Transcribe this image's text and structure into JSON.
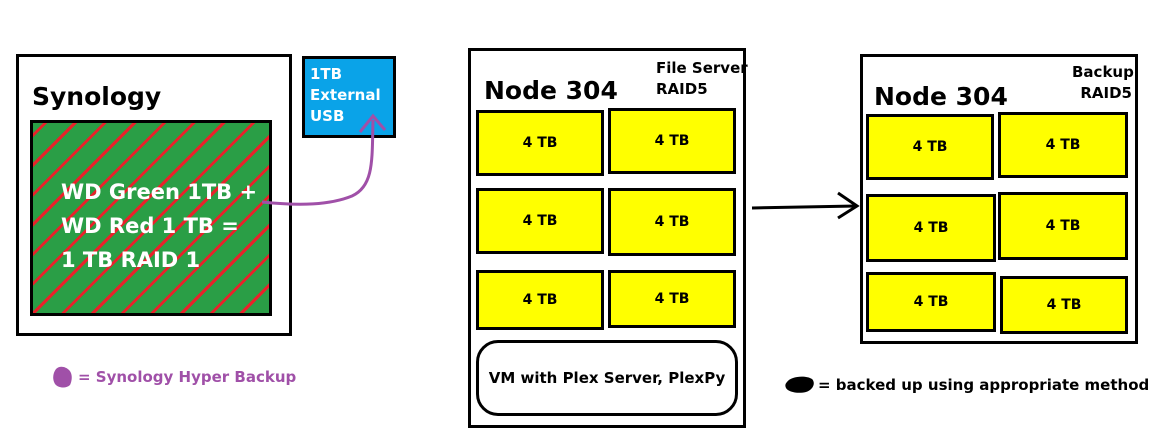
{
  "synology": {
    "title": "Synology",
    "raid_label": "WD Green 1TB +\nWD Red 1 TB =\n1 TB RAID 1",
    "usb_label": "1TB\nExternal\nUSB"
  },
  "file_server": {
    "title": "Node 304",
    "role": "File Server\nRAID5",
    "drives": [
      "4 TB",
      "4 TB",
      "4 TB",
      "4 TB",
      "4 TB",
      "4 TB"
    ],
    "vm_label": "VM with Plex Server, PlexPy"
  },
  "backup_server": {
    "title": "Node 304",
    "role": "Backup\nRAID5",
    "drives": [
      "4 TB",
      "4 TB",
      "4 TB",
      "4 TB",
      "4 TB",
      "4 TB"
    ]
  },
  "legend": {
    "hyper_backup": "= Synology Hyper Backup",
    "backed_up": "= backed up using appropriate method",
    "hyper_backup_color": "#a050a8",
    "backed_up_color": "#000000"
  },
  "colors": {
    "raid_green": "#2a9e46",
    "raid_stripe": "#e8222a",
    "usb_blue": "#0aa3e8",
    "drive_yellow": "#ffff00"
  }
}
